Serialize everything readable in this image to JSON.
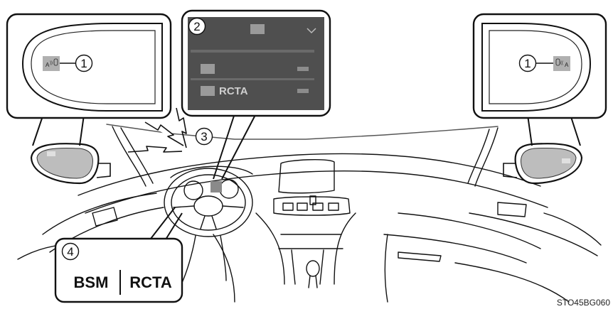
{
  "callouts": {
    "left_mirror_indicator": "1",
    "right_mirror_indicator": "1",
    "multi_info_display": "2",
    "buzzer": "3",
    "main_switch": "4"
  },
  "display_screen": {
    "row_label": "RCTA"
  },
  "main_switch": {
    "left_label": "BSM",
    "right_label": "RCTA"
  },
  "figure_code": "STO45BG060"
}
